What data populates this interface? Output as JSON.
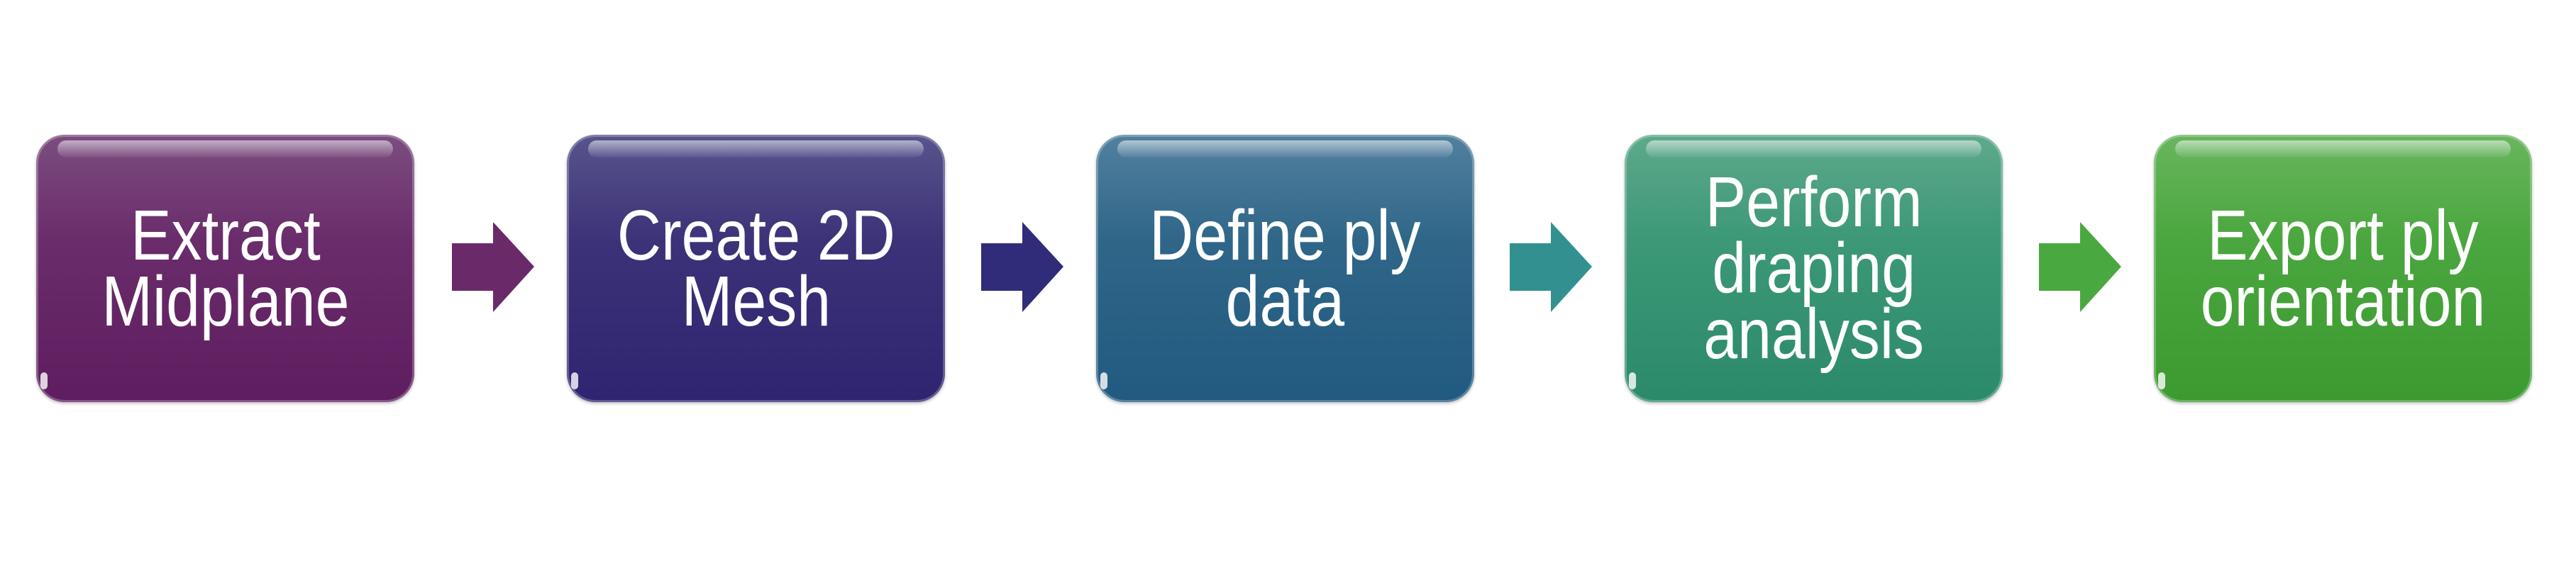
{
  "steps": [
    {
      "lines": [
        "Extract",
        "Midplane"
      ],
      "color": "#6a2c6b"
    },
    {
      "lines": [
        "Create 2D",
        "Mesh"
      ],
      "color": "#3c3278"
    },
    {
      "lines": [
        "Define ply",
        "data"
      ],
      "color": "#2f6688"
    },
    {
      "lines": [
        "Perform",
        "draping",
        "analysis"
      ],
      "color": "#3c9877"
    },
    {
      "lines": [
        "Export ply",
        "orientation"
      ],
      "color": "#4aa63e"
    }
  ],
  "arrows": [
    {
      "icon": "arrow-right-icon",
      "color": "#6a2a6a"
    },
    {
      "icon": "arrow-right-icon",
      "color": "#302c7a"
    },
    {
      "icon": "arrow-right-icon",
      "color": "#339090"
    },
    {
      "icon": "arrow-right-icon",
      "color": "#4aa840"
    }
  ]
}
